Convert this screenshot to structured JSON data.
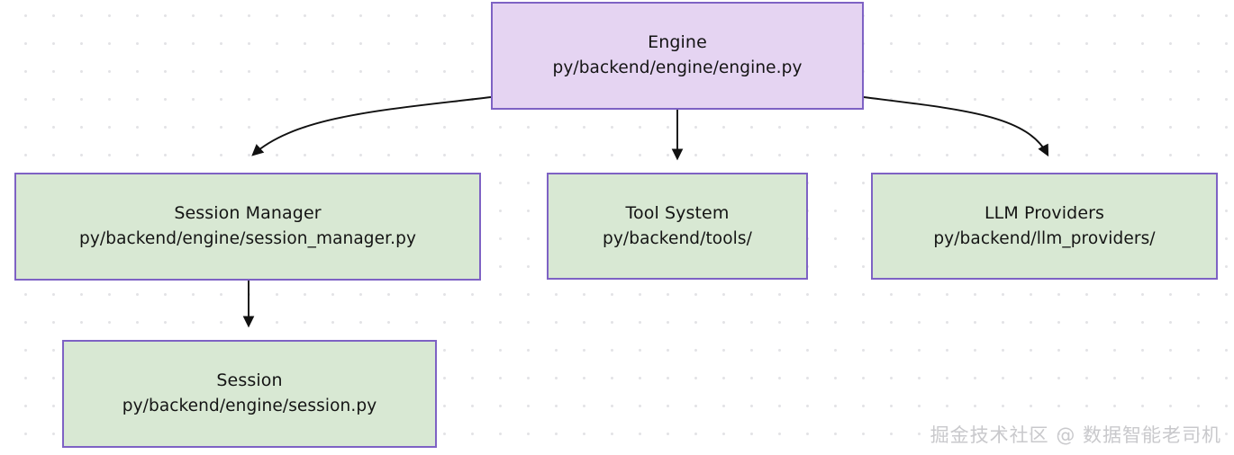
{
  "diagram": {
    "type": "flowchart",
    "direction": "top-down",
    "background_color": "#ffffff",
    "dot_grid_color": "#e3e3e6",
    "nodes": [
      {
        "id": "engine",
        "title": "Engine",
        "path": "py/backend/engine/engine.py",
        "fill": "#e5d4f2",
        "border": "#7e62c4"
      },
      {
        "id": "session-manager",
        "title": "Session Manager",
        "path": "py/backend/engine/session_manager.py",
        "fill": "#d8e8d3",
        "border": "#7e62c4"
      },
      {
        "id": "tool-system",
        "title": "Tool System",
        "path": "py/backend/tools/",
        "fill": "#d8e8d3",
        "border": "#7e62c4"
      },
      {
        "id": "llm-providers",
        "title": "LLM Providers",
        "path": "py/backend/llm_providers/",
        "fill": "#d8e8d3",
        "border": "#7e62c4"
      },
      {
        "id": "session",
        "title": "Session",
        "path": "py/backend/engine/session.py",
        "fill": "#d8e8d3",
        "border": "#7e62c4"
      }
    ],
    "edges": [
      {
        "from": "engine",
        "to": "session-manager",
        "style": "curved",
        "arrow": "filled-triangle",
        "color": "#111111"
      },
      {
        "from": "engine",
        "to": "tool-system",
        "style": "straight",
        "arrow": "filled-triangle",
        "color": "#111111"
      },
      {
        "from": "engine",
        "to": "llm-providers",
        "style": "curved",
        "arrow": "filled-triangle",
        "color": "#111111"
      },
      {
        "from": "session-manager",
        "to": "session",
        "style": "straight",
        "arrow": "filled-triangle",
        "color": "#111111"
      }
    ]
  },
  "watermark": {
    "text": "掘金技术社区 @ 数据智能老司机",
    "color": "#c9c9cc"
  }
}
